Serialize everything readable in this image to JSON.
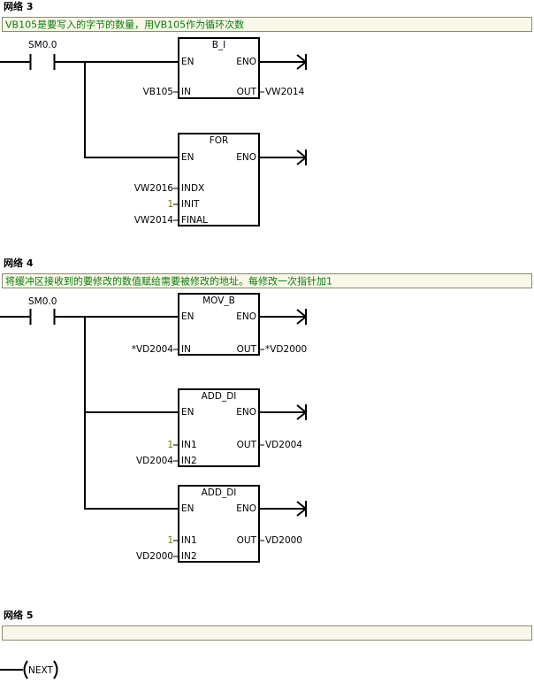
{
  "networks": [
    {
      "title": "网络 3",
      "comment": "VB105是要写入的字节的数量，用VB105作为循环次数",
      "contact": "SM0.0",
      "boxes": [
        {
          "name": "B_I",
          "en": "EN",
          "eno": "ENO",
          "inputs": [
            {
              "pin": "IN",
              "operand": "VB105"
            }
          ],
          "outputs": [
            {
              "pin": "OUT",
              "operand": "VW2014"
            }
          ]
        },
        {
          "name": "FOR",
          "en": "EN",
          "eno": "ENO",
          "inputs": [
            {
              "pin": "INDX",
              "operand": "VW2016"
            },
            {
              "pin": "INIT",
              "operand": "1"
            },
            {
              "pin": "FINAL",
              "operand": "VW2014"
            }
          ],
          "outputs": []
        }
      ]
    },
    {
      "title": "网络 4",
      "comment": "将缓冲区接收到的要修改的数值赋给需要被修改的地址。每修改一次指针加1",
      "contact": "SM0.0",
      "boxes": [
        {
          "name": "MOV_B",
          "en": "EN",
          "eno": "ENO",
          "inputs": [
            {
              "pin": "IN",
              "operand": "*VD2004"
            }
          ],
          "outputs": [
            {
              "pin": "OUT",
              "operand": "*VD2000"
            }
          ]
        },
        {
          "name": "ADD_DI",
          "en": "EN",
          "eno": "ENO",
          "inputs": [
            {
              "pin": "IN1",
              "operand": "1"
            },
            {
              "pin": "IN2",
              "operand": "VD2004"
            }
          ],
          "outputs": [
            {
              "pin": "OUT",
              "operand": "VD2004"
            }
          ]
        },
        {
          "name": "ADD_DI",
          "en": "EN",
          "eno": "ENO",
          "inputs": [
            {
              "pin": "IN1",
              "operand": "1"
            },
            {
              "pin": "IN2",
              "operand": "VD2000"
            }
          ],
          "outputs": [
            {
              "pin": "OUT",
              "operand": "VD2000"
            }
          ]
        }
      ]
    },
    {
      "title": "网络 5",
      "comment": "",
      "coil": "NEXT"
    }
  ],
  "colors": {
    "comment_text": "#0a7a0a",
    "constant_text": "#7a7a00",
    "comment_bg": "#f8f8e8"
  }
}
